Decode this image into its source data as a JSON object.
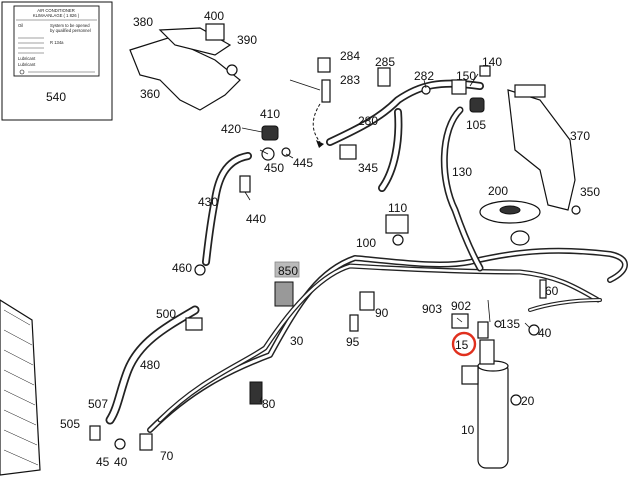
{
  "diagram": {
    "label_box": {
      "lines": [
        "AIR CONDITIONER",
        "KLIMAANLAGE ( 1 826 )",
        "Oil",
        "System to be opened",
        "by qualified personnel",
        "R 134a",
        "Lubricant",
        "Lubricant"
      ],
      "callout": "540"
    },
    "highlight_color": "#e0301e",
    "callouts": {
      "c380": "380",
      "c400": "400",
      "c390": "390",
      "c360": "360",
      "c284": "284",
      "c283": "283",
      "c285": "285",
      "c282": "282",
      "c140": "140",
      "c150": "150",
      "c105": "105",
      "c370": "370",
      "c280": "280",
      "c410": "410",
      "c420": "420",
      "c445": "445",
      "c345": "345",
      "c130": "130",
      "c200": "200",
      "c350": "350",
      "c450": "450",
      "c440": "440",
      "c430": "430",
      "c110": "110",
      "c100": "100",
      "c460": "460",
      "c850": "850",
      "c60": "60",
      "c500": "500",
      "c90": "90",
      "c903": "903",
      "c902": "902",
      "c135": "135",
      "c40": "40",
      "c15": "15",
      "c95": "95",
      "c30": "30",
      "c480": "480",
      "c80": "80",
      "c507": "507",
      "c505": "505",
      "c45": "45",
      "c40b": "40",
      "c70": "70",
      "c20": "20",
      "c10": "10"
    }
  }
}
